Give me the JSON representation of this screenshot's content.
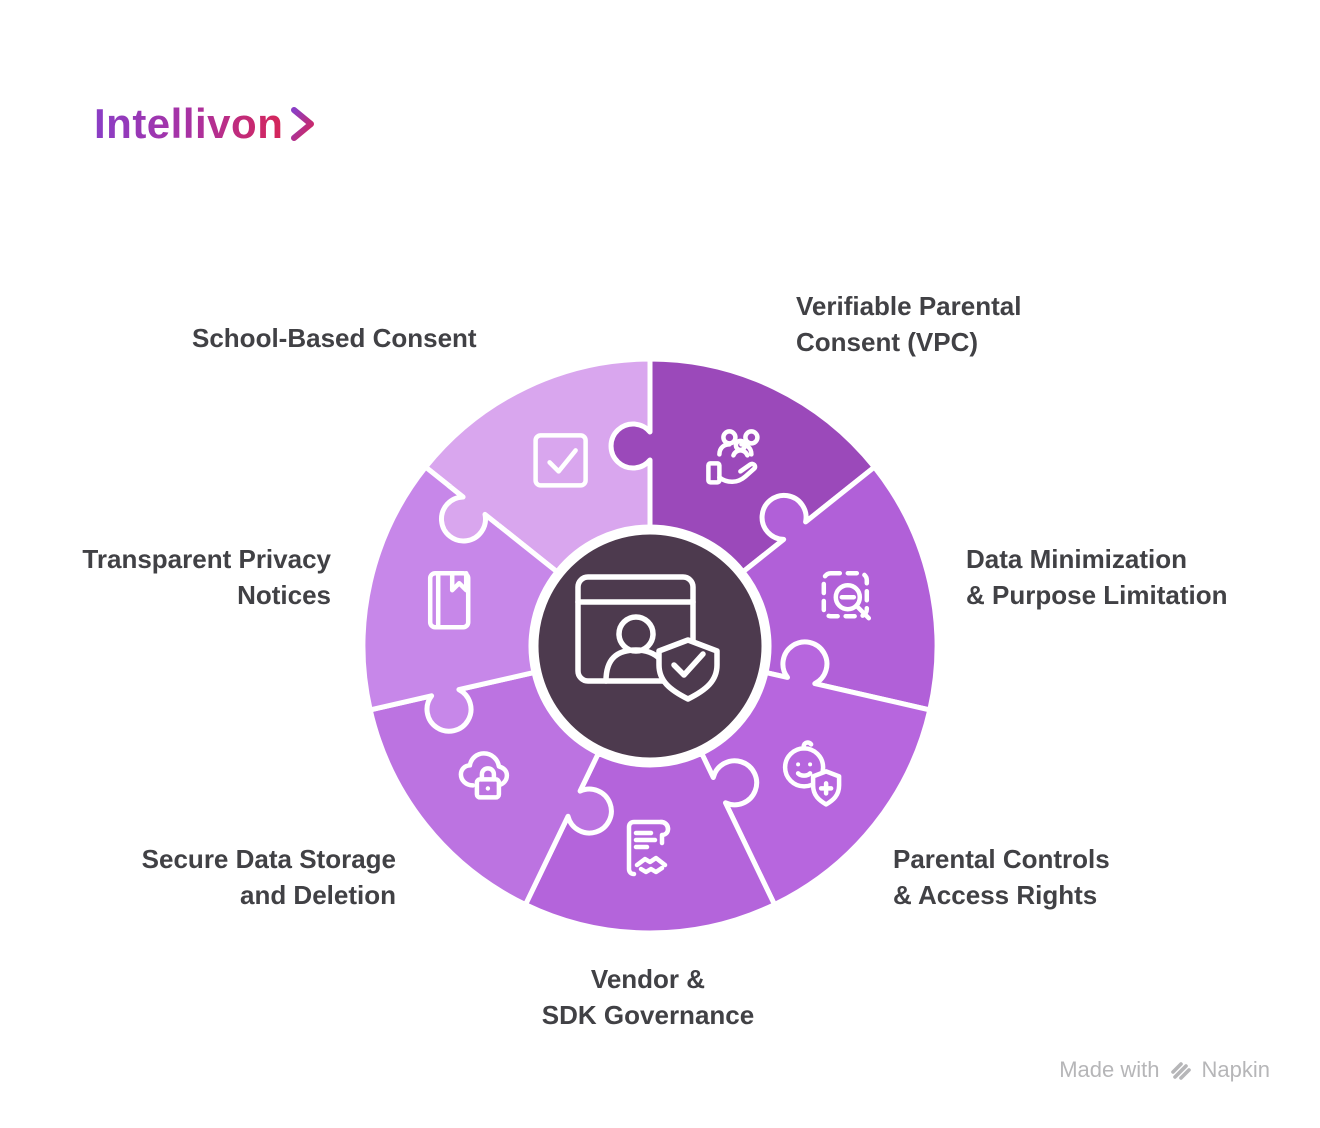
{
  "logo": {
    "text": "Intellivon",
    "icon": "chevron-right-icon",
    "gradient_start": "#8A3EC6",
    "gradient_end": "#D62558"
  },
  "diagram": {
    "title_semantic": "children-privacy-compliance-puzzle-wheel",
    "hub_color": "#4D3A4E",
    "center_icon": "browser-user-shield-icon",
    "divider_color": "#FFFFFF",
    "segments": [
      {
        "id": "vpc",
        "label": "Verifiable Parental\nConsent (VPC)",
        "color": "#9B49BA",
        "icon": "family-hand-icon"
      },
      {
        "id": "data-minimization",
        "label": "Data Minimization\n& Purpose Limitation",
        "color": "#B160D8",
        "icon": "scan-magnifier-icon"
      },
      {
        "id": "parental-controls",
        "label": "Parental Controls\n& Access Rights",
        "color": "#B766DE",
        "icon": "baby-shield-icon"
      },
      {
        "id": "vendor-sdk",
        "label": "Vendor &\nSDK Governance",
        "color": "#B464DB",
        "icon": "contract-handshake-icon"
      },
      {
        "id": "secure-storage",
        "label": "Secure Data Storage\nand Deletion",
        "color": "#BC73E1",
        "icon": "cloud-lock-icon"
      },
      {
        "id": "transparent-privacy",
        "label": "Transparent Privacy\nNotices",
        "color": "#C787E9",
        "icon": "book-icon"
      },
      {
        "id": "school-consent",
        "label": "School-Based Consent",
        "color": "#D9A6EE",
        "icon": "checkbox-icon"
      }
    ]
  },
  "footer": {
    "text_prefix": "Made with",
    "brand": "Napkin",
    "icon": "napkin-logo-icon"
  }
}
